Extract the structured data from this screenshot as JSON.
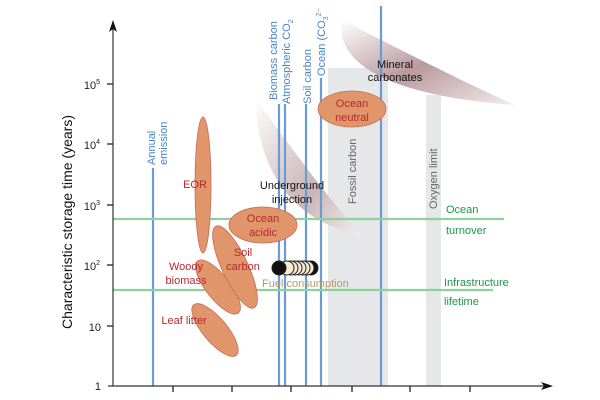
{
  "axes": {
    "ylabel": "Characteristic storage time (years)",
    "yticks": [
      {
        "base": "10",
        "exp": "5"
      },
      {
        "base": "10",
        "exp": "4"
      },
      {
        "base": "10",
        "exp": "3"
      },
      {
        "base": "10",
        "exp": "2"
      },
      {
        "base": "10",
        "exp": ""
      },
      {
        "base": "1",
        "exp": ""
      }
    ]
  },
  "reservoirs": {
    "annual_emission": [
      "Annual",
      "emission"
    ],
    "biomass_carbon": "Biomass carbon",
    "atmospheric_co2": "Atmospheric CO",
    "atmospheric_co2_sub": "2",
    "soil_carbon": "Soil carbon",
    "ocean_co3": "Ocean (CO",
    "ocean_co3_sub": "3",
    "ocean_co3_sup": "2−",
    "fossil_carbon": "Fossil carbon",
    "oxygen_limit": "Oxygen limit"
  },
  "storage": {
    "eor": "EOR",
    "woody_biomass": [
      "Woody",
      "biomass"
    ],
    "soil_carbon": [
      "Soil",
      "carbon"
    ],
    "leaf_litter": "Leaf litter",
    "ocean_acidic": [
      "Ocean",
      "acidic"
    ],
    "ocean_neutral": [
      "Ocean",
      "neutral"
    ],
    "underground_injection": [
      "Underground",
      "injection"
    ],
    "mineral_carbonates": [
      "Mineral",
      "carbonates"
    ],
    "fuel_consumption": "Fuel consumption"
  },
  "timescales": {
    "ocean_turnover": [
      "Ocean",
      "turnover"
    ],
    "infrastructure_lifetime": [
      "Infrastructure",
      "lifetime"
    ]
  },
  "colors": {
    "blue": "#4a86c8",
    "orange": "#e0956a",
    "green": "#8fd19a",
    "band": "#e6e7e9"
  }
}
